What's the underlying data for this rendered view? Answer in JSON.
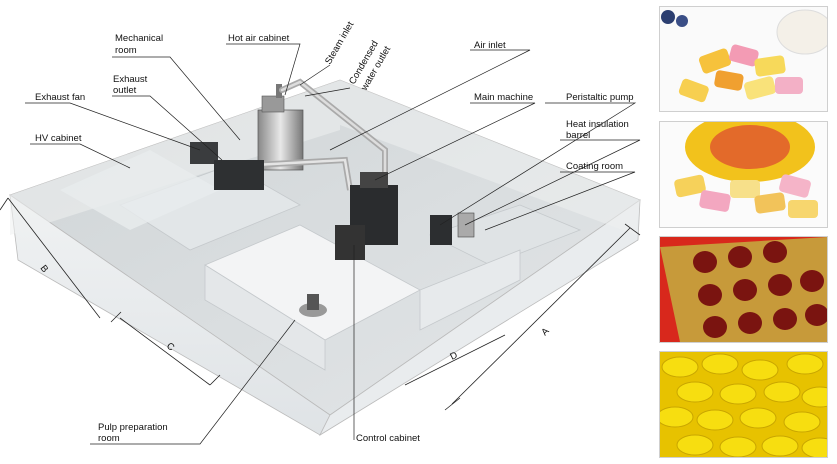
{
  "labels": {
    "mechanical_room": [
      "Mechanical",
      "room"
    ],
    "hot_air_cabinet": "Hot air cabinet",
    "steam_inlet": "Steam inlet",
    "condensed_water_outlet": [
      "Condensed",
      "water outlet"
    ],
    "air_inlet": "Air inlet",
    "exhaust_outlet": [
      "Exhaust",
      "outlet"
    ],
    "main_machine": "Main machine",
    "peristaltic_pump": "Peristaltic pump",
    "exhaust_fan": "Exhaust fan",
    "heat_insulation_barrel": [
      "Heat insulation",
      "barrel"
    ],
    "hv_cabinet": "HV cabinet",
    "coating_room": "Coating room",
    "pulp_preparation_room": [
      "Pulp preparation",
      "room"
    ],
    "control_cabinet": "Control cabinet"
  },
  "dimensions": {
    "a": "A",
    "b": "B",
    "c": "C",
    "d": "D"
  },
  "photos": [
    {
      "subject": "chewing-gum-pellets-with-bottle"
    },
    {
      "subject": "chewing-gum-pellets-with-tin"
    },
    {
      "subject": "red-softgels-in-blister-pack"
    },
    {
      "subject": "yellow-coated-tablets"
    }
  ],
  "colors": {
    "line": "#222222",
    "wall": "#e7eaec",
    "floor": "#d9dde0",
    "machine": "#2a2c2e"
  }
}
